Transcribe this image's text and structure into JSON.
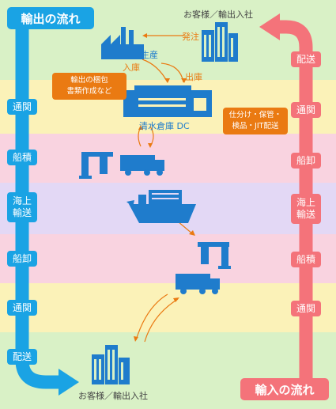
{
  "export_flow": {
    "title": "輸出の流れ",
    "stages": [
      "通関",
      "船積",
      "海上\n輸送",
      "船卸",
      "通関",
      "配送"
    ]
  },
  "import_flow": {
    "title": "輸入の流れ",
    "stages": [
      "配送",
      "通関",
      "船卸",
      "海上\n輸送",
      "船積",
      "通関"
    ]
  },
  "nodes": {
    "customer_top": "お客様／輸出入社",
    "customer_bottom": "お客様／輸出入社",
    "order": "発注",
    "production": "生産",
    "inbound": "入庫",
    "outbound": "出庫",
    "warehouse": "清水倉庫 DC",
    "export_tasks": "輸出の梱包\n書類作成など",
    "import_tasks": "仕分け・保管・\n検品・JIT配送"
  },
  "colors": {
    "export": "#1aa3e4",
    "import": "#f4737a",
    "icon": "#1f7ccc",
    "accent": "#ea7a12",
    "band_green": "#d9f1c6",
    "band_yellow": "#fbf2b8",
    "band_pink": "#f9d3e0",
    "band_purple": "#e3d8f5"
  }
}
